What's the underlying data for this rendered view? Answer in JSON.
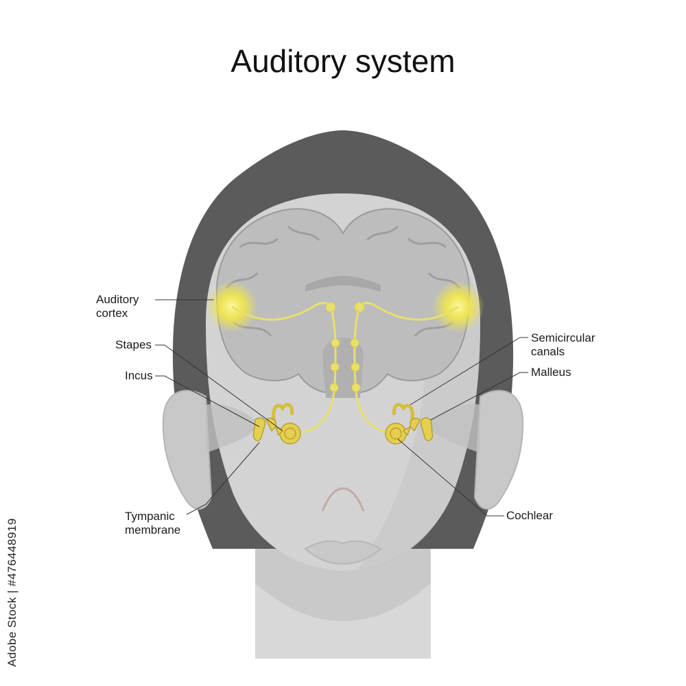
{
  "title": "Auditory system",
  "labels": {
    "auditory_cortex_1": "Auditory",
    "auditory_cortex_2": "cortex",
    "stapes": "Stapes",
    "incus": "Incus",
    "tympanic_1": "Tympanic",
    "tympanic_2": "membrane",
    "semicircular_1": "Semicircular",
    "semicircular_2": "canals",
    "malleus": "Malleus",
    "cochlear": "Cochlear"
  },
  "watermark": "Adobe Stock | #476448919",
  "colors": {
    "hair": "#5b5b5b",
    "skin": "#d3d3d3",
    "brain": "#bdbdbd",
    "nerve": "#e8e06a",
    "glow": "#f6ee4a",
    "leader": "#333333"
  }
}
